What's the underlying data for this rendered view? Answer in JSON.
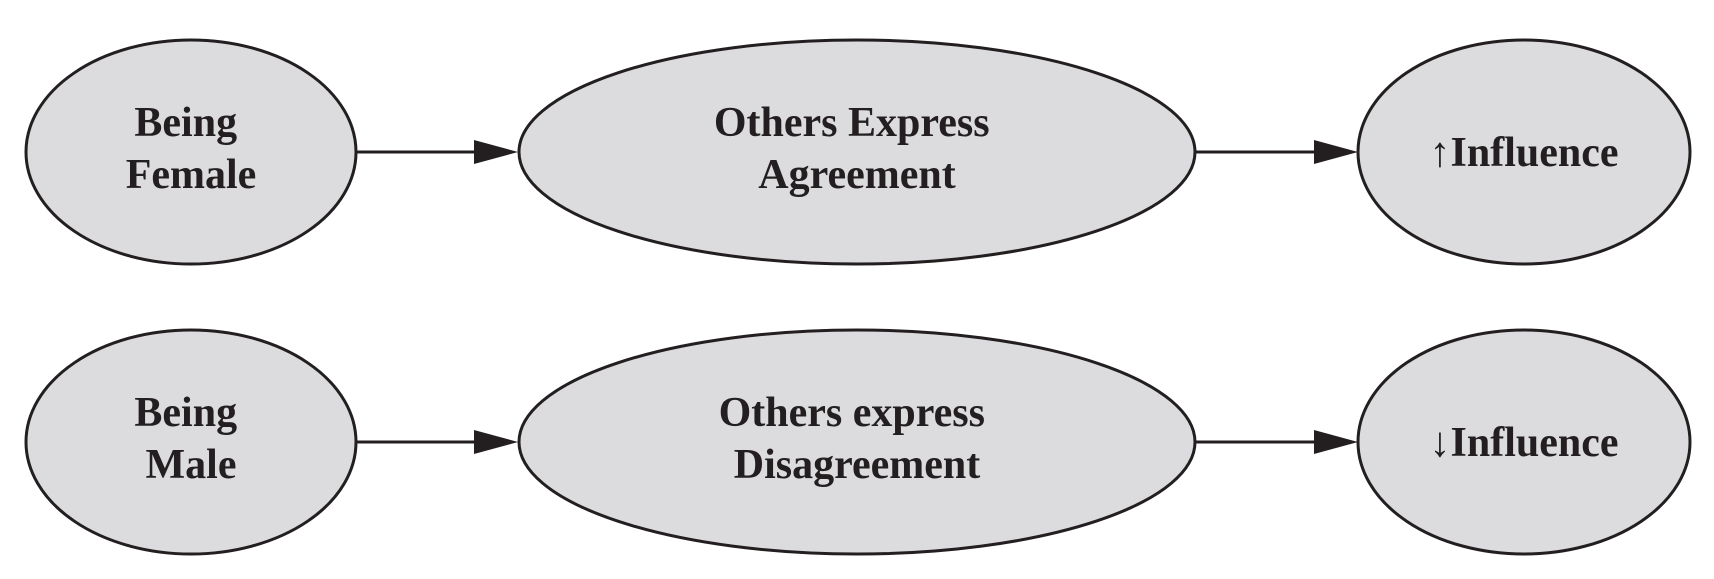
{
  "rows": [
    {
      "source": {
        "lines": [
          "Being",
          "Female"
        ]
      },
      "mediator": {
        "lines": [
          "Others Express",
          "Agreement"
        ]
      },
      "outcome": {
        "arrow_glyph": "↑",
        "label": "Influence"
      }
    },
    {
      "source": {
        "lines": [
          "Being",
          "Male"
        ]
      },
      "mediator": {
        "lines": [
          "Others express",
          "Disagreement"
        ]
      },
      "outcome": {
        "arrow_glyph": "↓",
        "label": "Influence"
      }
    }
  ]
}
